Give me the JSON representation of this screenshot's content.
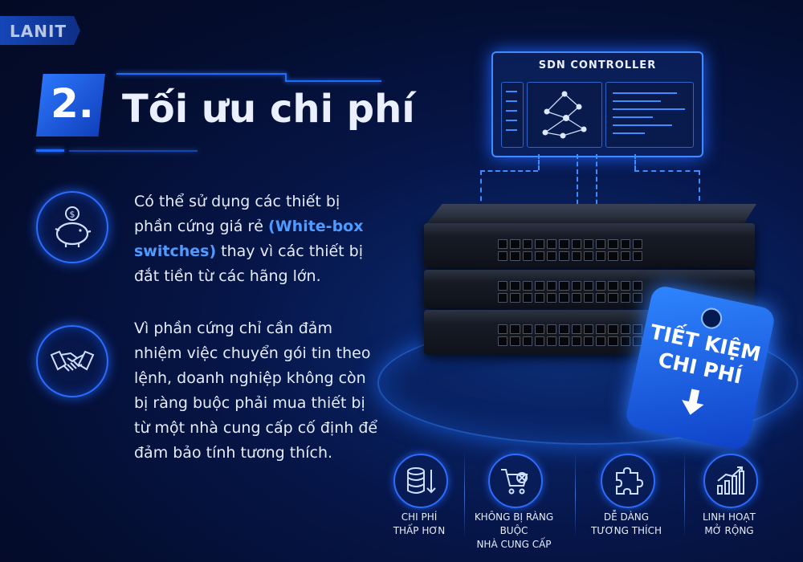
{
  "brand": {
    "logo": "LANIT"
  },
  "heading": {
    "number": "2.",
    "title": "Tối ưu chi phí"
  },
  "points": [
    {
      "icon": "piggy-bank-icon",
      "text_before": "Có thể sử dụng các thiết bị phần cứng giá rẻ ",
      "highlight": "(White-box switches)",
      "text_after": " thay vì các thiết bị đắt tiền từ các hãng lớn."
    },
    {
      "icon": "handshake-icon",
      "text": "Vì phần cứng chỉ cần đảm nhiệm việc chuyển gói tin theo lệnh, doanh nghiệp không còn bị ràng buộc phải mua thiết bị từ một nhà cung cấp cố định để đảm bảo tính tương thích."
    }
  ],
  "controller": {
    "title": "SDN CONTROLLER"
  },
  "tag": {
    "line1": "TIẾT KIỆM",
    "line2": "CHI PHÍ"
  },
  "features": [
    {
      "icon": "database-down-icon",
      "label": "CHI PHÍ\nTHẤP HƠN"
    },
    {
      "icon": "cart-cancel-icon",
      "label": "KHÔNG BỊ RÀNG BUỘC\nNHÀ CUNG CẤP"
    },
    {
      "icon": "puzzle-icon",
      "label": "DỄ DÀNG\nTƯƠNG THÍCH"
    },
    {
      "icon": "growth-chart-icon",
      "label": "LINH HOẠT\nMỞ RỘNG"
    }
  ],
  "colors": {
    "accent": "#2d7bff",
    "highlight": "#4f9bff",
    "background": "#040d2e"
  }
}
